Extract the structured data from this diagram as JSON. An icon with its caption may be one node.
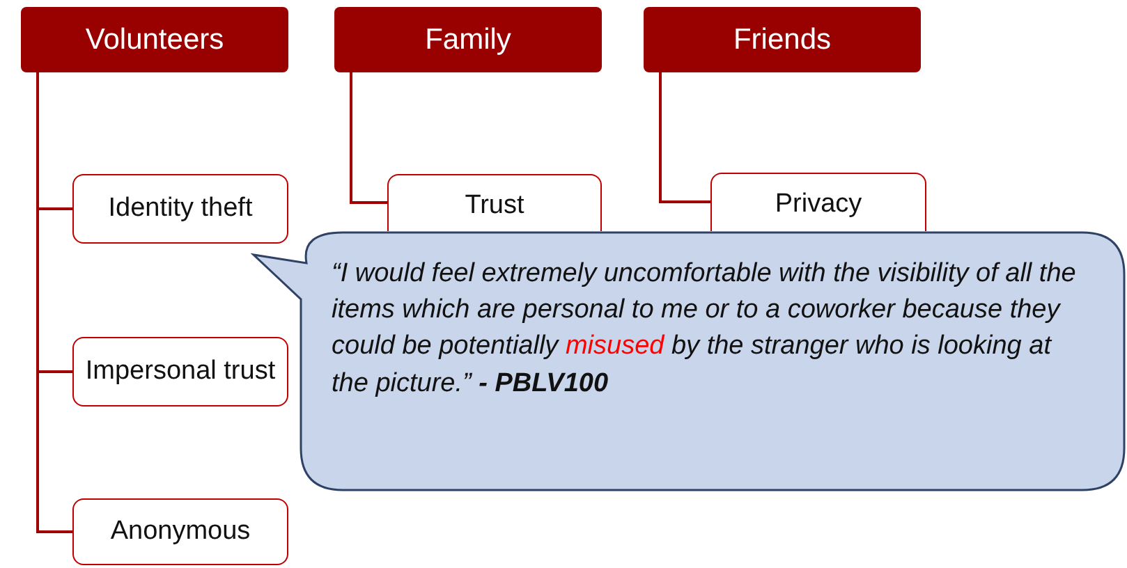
{
  "diagram": {
    "nodes": [
      {
        "text": [
          "Volunteers"
        ]
      },
      {
        "text": [
          "Family"
        ]
      },
      {
        "text": [
          "Friends"
        ]
      },
      {
        "text": [
          "Identity theft"
        ]
      },
      {
        "text": [
          "Impersonal trust"
        ]
      },
      {
        "text": [
          "Anonymous"
        ]
      },
      {
        "text": [
          "Trust"
        ]
      },
      {
        "text": [
          "Privacy"
        ]
      },
      {
        "text": [
          "“I would feel extremely uncomfortable with the visibility of all the items which are personal to me or to a coworker because they could be potentially *misused* by the stranger who is looking at the picture.” **- PBLV100**"
        ]
      }
    ],
    "edges": [
      {
        "from": 0,
        "to": 3,
        "arrow": "none"
      },
      {
        "from": 0,
        "to": 4,
        "arrow": "none"
      },
      {
        "from": 0,
        "to": 5,
        "arrow": "none"
      },
      {
        "from": 1,
        "to": 6,
        "arrow": "none"
      },
      {
        "from": 2,
        "to": 7,
        "arrow": "none"
      }
    ]
  }
}
